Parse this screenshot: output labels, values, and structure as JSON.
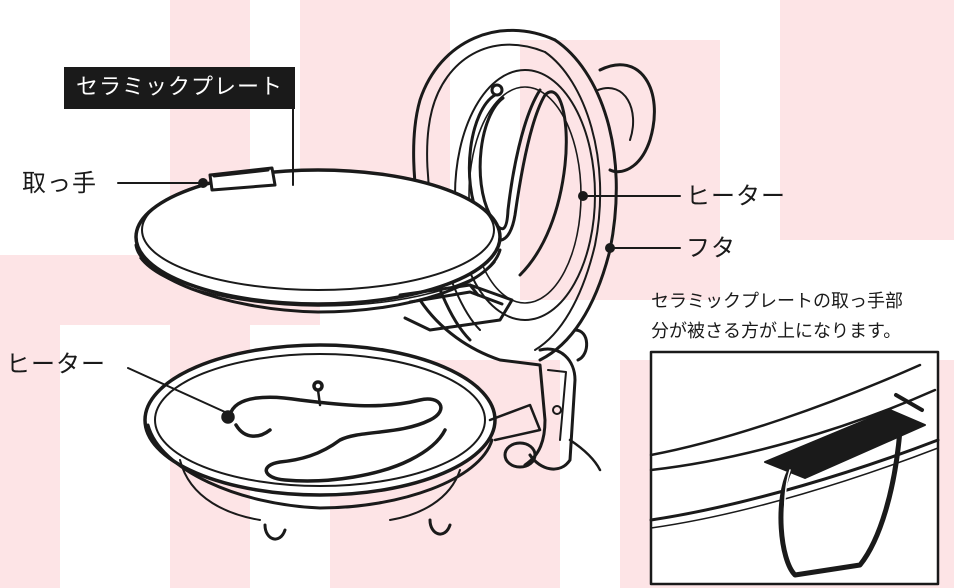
{
  "labels": {
    "ceramic_plate": "セラミックプレート",
    "handle": "取っ手",
    "heater_upper": "ヒーター",
    "lid": "フタ",
    "heater_lower": "ヒーター"
  },
  "note": {
    "line1": "セラミックプレートの取っ手部",
    "line2": "分が被さる方が上になります。"
  },
  "colors": {
    "line": "#1a1a1a",
    "watermark": "#fde4e6",
    "label_box_bg": "#1a1a1a",
    "label_box_text": "#ffffff"
  }
}
